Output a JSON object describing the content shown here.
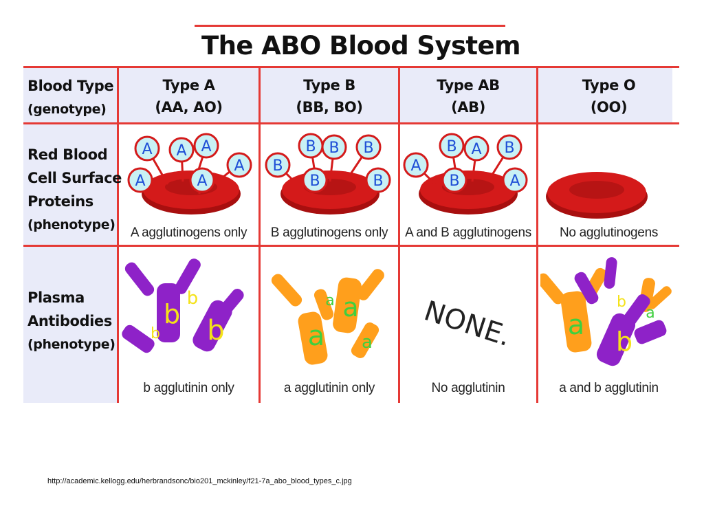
{
  "title": "The ABO Blood System",
  "header": {
    "row_label_line1": "Blood Type",
    "row_label_line2": "(genotype)"
  },
  "columns": [
    {
      "name": "Type A",
      "genotype": "(AA, AO)",
      "cell_caption": "A agglutinogens only",
      "plasma_caption": "b agglutinin only"
    },
    {
      "name": "Type B",
      "genotype": "(BB, BO)",
      "cell_caption": "B agglutinogens only",
      "plasma_caption": "a agglutinin only"
    },
    {
      "name": "Type AB",
      "genotype": "(AB)",
      "cell_caption": "A and B agglutinogens",
      "plasma_caption": "No agglutinin"
    },
    {
      "name": "Type O",
      "genotype": "(OO)",
      "cell_caption": "No agglutinogens",
      "plasma_caption": "a and b agglutinin"
    }
  ],
  "rows": {
    "rbc": {
      "line1": "Red Blood",
      "line2": "Cell Surface",
      "line3": "Proteins",
      "line4": "(phenotype)"
    },
    "plasma": {
      "line1": "Plasma",
      "line2": "Antibodies",
      "line3": "(phenotype)"
    }
  },
  "none_label": "NONE.",
  "antigen_letters": {
    "a": "A",
    "b": "B"
  },
  "antibody_letters": {
    "a": "a",
    "b": "b"
  },
  "source_url": "http://academic.kellogg.edu/herbrandsonc/bio201_mckinley/f21-7a_abo_blood_types_c.jpg",
  "colors": {
    "accent_red": "#e53935",
    "band": "#e9ebf9",
    "rbc": "#d41a1a",
    "antigen_fill": "#c9f1f5",
    "antigen_text": "#1f4fd6",
    "antibody_b": "#8e22c8",
    "antibody_a": "#ff9f1c",
    "antibody_text": "#f4e21a",
    "antibody_a_text": "#3fcf3f"
  }
}
